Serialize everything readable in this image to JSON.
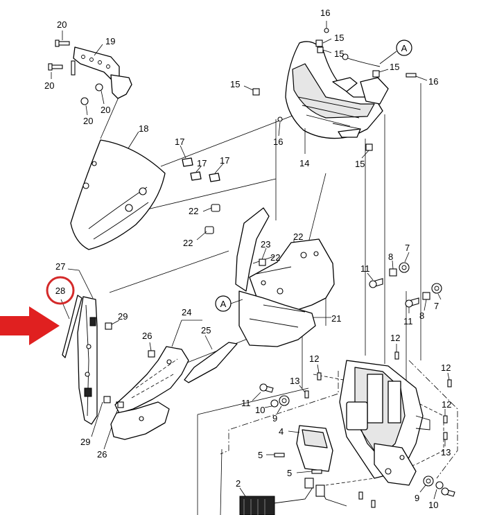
{
  "callouts": {
    "c2": "2",
    "c4": "4",
    "c5a": "5",
    "c5b": "5",
    "c7a": "7",
    "c7b": "7",
    "c8a": "8",
    "c8b": "8",
    "c9a": "9",
    "c9b": "9",
    "c10a": "10",
    "c10b": "10",
    "c11a": "11",
    "c11b": "11",
    "c11c": "11",
    "c12a": "12",
    "c12b": "12",
    "c12c": "12",
    "c12d": "12",
    "c13a": "13",
    "c13b": "13",
    "c14": "14",
    "c15a": "15",
    "c15b": "15",
    "c15c": "15",
    "c15d": "15",
    "c16a": "16",
    "c16b": "16",
    "c16c": "16",
    "c17a": "17",
    "c17b": "17",
    "c17c": "17",
    "c18": "18",
    "c19": "19",
    "c20a": "20",
    "c20b": "20",
    "c20c": "20",
    "c20d": "20",
    "c21": "21",
    "c22a": "22",
    "c22b": "22",
    "c22c": "22",
    "c22d": "22",
    "c23": "23",
    "c24": "24",
    "c25": "25",
    "c26a": "26",
    "c26b": "26",
    "c27": "27",
    "c28": "28",
    "c29a": "29",
    "c29b": "29",
    "refA1": "A",
    "refA2": "A"
  },
  "highlight": {
    "part": "28",
    "circle_color": "#d42a2a",
    "arrow_color": "#e02020"
  }
}
